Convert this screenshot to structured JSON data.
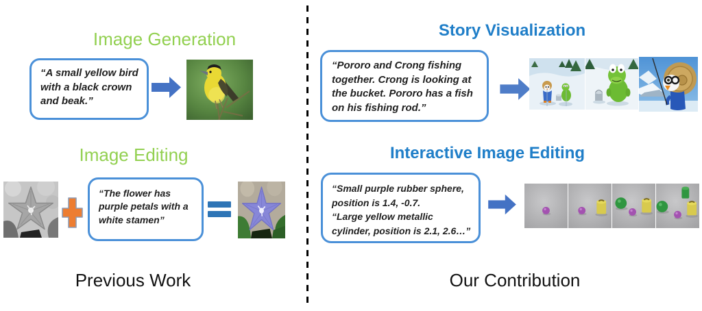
{
  "colors": {
    "previous_work_accent": "#92D050",
    "contribution_accent": "#1F7EC8",
    "speech_box_border": "#4A90D8",
    "arrow_blue": "#4472C4",
    "plus_orange": "#ED7D31",
    "equals_blue": "#2E75B6"
  },
  "left_column": {
    "footer": "Previous Work",
    "image_generation": {
      "title": "Image Generation",
      "prompt": "“A small yellow bird\nwith a black crown\nand beak.”",
      "output_image": "yellow-bird-on-branch-photo"
    },
    "image_editing": {
      "title": "Image Editing",
      "input_image": "grayscale-flower-photo",
      "prompt": "“The flower has\npurple petals with a\nwhite stamen”",
      "output_image": "purple-flower-photo"
    }
  },
  "right_column": {
    "footer": "Our Contribution",
    "story_visualization": {
      "title": "Story Visualization",
      "prompt": "“Pororo and Crong fishing\ntogether. Crong is looking at\nthe bucket. Pororo has a fish\non his fishing rod.”",
      "output_frames": [
        "pororo-and-crong-fishing-scene",
        "crong-looking-at-bucket-scene",
        "pororo-with-fishing-rod-scene"
      ]
    },
    "interactive_image_editing": {
      "title": "Interactive Image Editing",
      "prompt": "“Small purple rubber sphere,\nposition is 1.4, -0.7.\n“Large yellow metallic\ncylinder, position is 2.1, 2.6…”",
      "output_frames": [
        "purple-sphere",
        "purple-sphere-and-yellow-cylinder",
        "green-sphere-purple-sphere-yellow-cylinder",
        "green-sphere-green-cylinder-purple-sphere-yellow-cylinder"
      ]
    }
  }
}
